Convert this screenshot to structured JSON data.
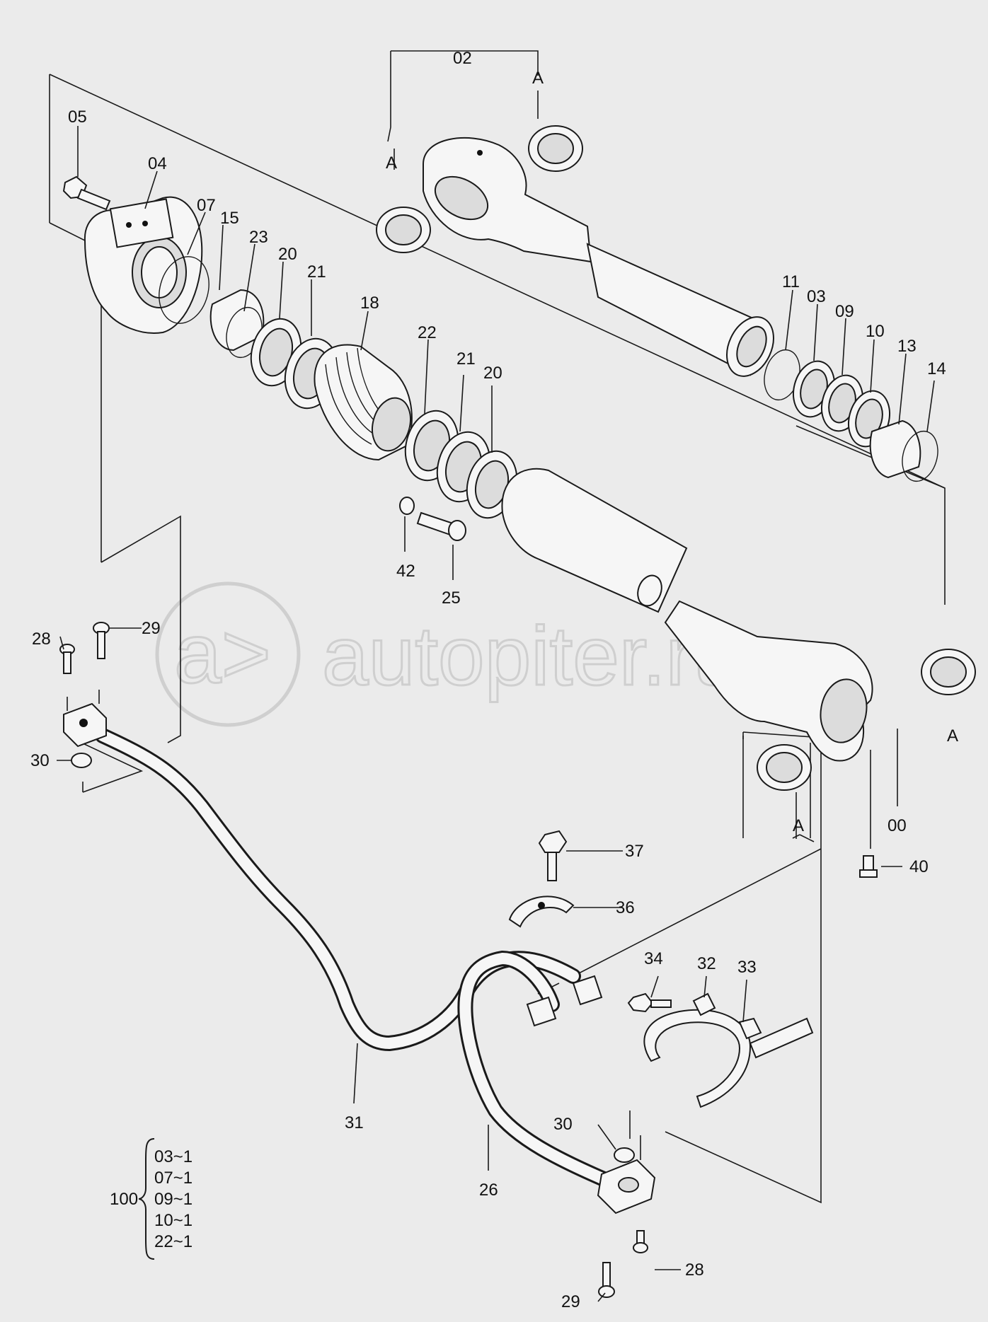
{
  "watermark": "autopiter.ru",
  "labels": {
    "p00": "00",
    "p02": "02",
    "p03": "03",
    "p04": "04",
    "p05": "05",
    "p07": "07",
    "p09": "09",
    "p10": "10",
    "p11": "11",
    "p13": "13",
    "p14": "14",
    "p15": "15",
    "p18": "18",
    "p20a": "20",
    "p20b": "20",
    "p21a": "21",
    "p21b": "21",
    "p22": "22",
    "p23": "23",
    "p25": "25",
    "p26": "26",
    "p28a": "28",
    "p28b": "28",
    "p29a": "29",
    "p29b": "29",
    "p30a": "30",
    "p30b": "30",
    "p31": "31",
    "p32": "32",
    "p33": "33",
    "p34": "34",
    "p36": "36",
    "p37": "37",
    "p40": "40",
    "p42": "42",
    "a1": "A",
    "a2": "A",
    "a3": "A",
    "a4": "A"
  },
  "kit": {
    "number": "100",
    "items": [
      "03~1",
      "07~1",
      "09~1",
      "10~1",
      "22~1"
    ]
  }
}
